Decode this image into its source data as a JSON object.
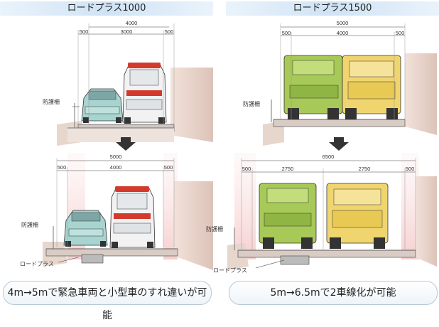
{
  "left": {
    "title": "ロードプラス1000",
    "top_dims": {
      "total": "4000",
      "side_left": "500",
      "center": "3000",
      "side_right": "500"
    },
    "bottom_dims": {
      "total": "5000",
      "side_left": "500",
      "center": "4000",
      "side_right": "500"
    },
    "label_fence_top": "防護柵",
    "label_fence_bottom": "防護柵",
    "label_roadplus": "ロードプラス",
    "caption": "4m→5mで緊急車両と小型車のすれ違いが可能"
  },
  "right": {
    "title": "ロードプラス1500",
    "top_dims": {
      "total": "5000",
      "side_left": "500",
      "center": "4000",
      "side_right": "500"
    },
    "bottom_dims": {
      "total": "6500",
      "side_left": "500",
      "lane_left": "2750",
      "lane_right": "2750",
      "side_right": "500"
    },
    "label_fence_top": "防護柵",
    "label_fence_bottom": "防護柵",
    "label_roadplus": "ロードプラス",
    "caption": "5m→6.5mで2車線化が可能"
  },
  "colors": {
    "teal_car": "#a8d4d0",
    "ambulance": "#f2f2f2",
    "ambulance_red": "#d23a2e",
    "truck_green": "#a7c957",
    "truck_yellow": "#f0d56e",
    "ground": "#e8d8cf",
    "pink_band": "#f7d8d8"
  }
}
